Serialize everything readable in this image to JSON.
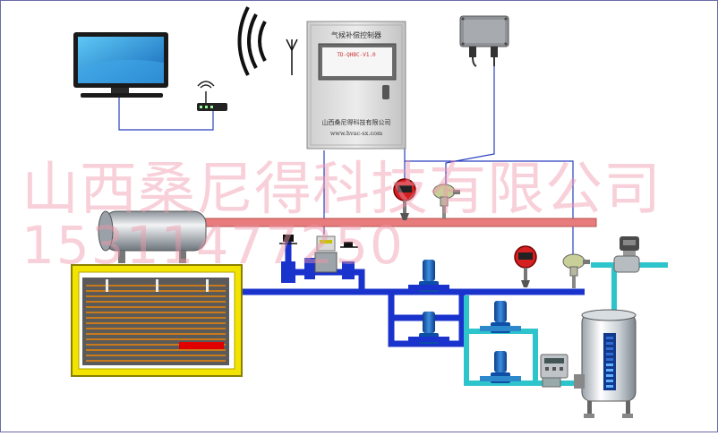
{
  "controller": {
    "title": "气候补偿控制器",
    "display_line": "TD-QHBC-V1.0",
    "company": "山西桑尼得科技有限公司",
    "website": "www.hvac-sx.com"
  },
  "watermark": {
    "company": "山西桑尼得科技有限公司",
    "phone": "15311477250"
  },
  "colors": {
    "hot_pipe": "#e87c7c",
    "supply_pipe": "#1a33cc",
    "cold_pipe": "#2ec4cc",
    "signal_line": "#2a3fbf",
    "boiler_body": "#f2e300",
    "boiler_indicator": "#e00000"
  },
  "icons": [
    "monitor-icon",
    "wifi-router-icon",
    "antenna-icon",
    "signal-wave-icon",
    "outdoor-sensor-icon",
    "temperature-meter-icon",
    "pressure-sensor-icon",
    "pump-icon",
    "valve-icon",
    "solenoid-valve-icon",
    "water-tank-icon",
    "flow-meter-icon",
    "boiler-icon"
  ]
}
